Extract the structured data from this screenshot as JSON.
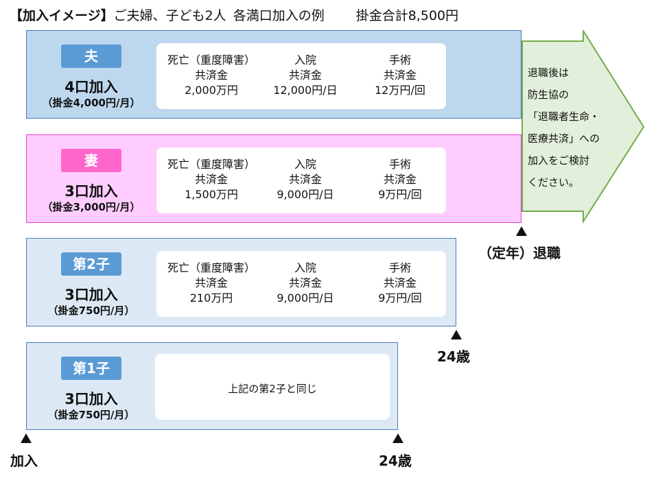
{
  "header": {
    "tag": "【加入イメージ】",
    "description": "ご夫婦、子ども2人",
    "description2": "各満口加入の例",
    "total": "掛金合計8,500円"
  },
  "colors": {
    "husband_band": "#bdd7ee",
    "wife_band": "#ffccff",
    "child_band": "#dce9f5",
    "badge_blue": "#5b9bd5",
    "badge_pink": "#ff66cc",
    "arrow_fill": "#e2efda",
    "arrow_border": "#70ad47"
  },
  "members": [
    {
      "badge": "夫",
      "units": "4口加入",
      "monthly": "（掛金4,000円/月）",
      "benefits": [
        {
          "line1": "死亡（重度障害）",
          "line2": "共済金",
          "amount": "2,000万円"
        },
        {
          "line1": "入院",
          "line2": "共済金",
          "amount": "12,000円/日"
        },
        {
          "line1": "手術",
          "line2": "共済金",
          "amount": "12万円/回"
        }
      ]
    },
    {
      "badge": "妻",
      "units": "3口加入",
      "monthly": "（掛金3,000円/月）",
      "benefits": [
        {
          "line1": "死亡（重度障害）",
          "line2": "共済金",
          "amount": "1,500万円"
        },
        {
          "line1": "入院",
          "line2": "共済金",
          "amount": "9,000円/日"
        },
        {
          "line1": "手術",
          "line2": "共済金",
          "amount": "9万円/回"
        }
      ]
    },
    {
      "badge": "第2子",
      "units": "3口加入",
      "monthly": "（掛金750円/月）",
      "benefits": [
        {
          "line1": "死亡（重度障害）",
          "line2": "共済金",
          "amount": "210万円"
        },
        {
          "line1": "入院",
          "line2": "共済金",
          "amount": "9,000円/日"
        },
        {
          "line1": "手術",
          "line2": "共済金",
          "amount": "9万円/回"
        }
      ]
    },
    {
      "badge": "第1子",
      "units": "3口加入",
      "monthly": "（掛金750円/月）",
      "same_as": "上記の第2子と同じ"
    }
  ],
  "retirement_arrow": {
    "lines": [
      "退職後は",
      "防生協の",
      "「退職者生命・",
      "医療共済」への",
      "加入をご検討",
      "ください。"
    ]
  },
  "markers": {
    "retirement": "（定年）退職",
    "age_child2": "24歳",
    "age_child1": "24歳",
    "join": "加入"
  }
}
